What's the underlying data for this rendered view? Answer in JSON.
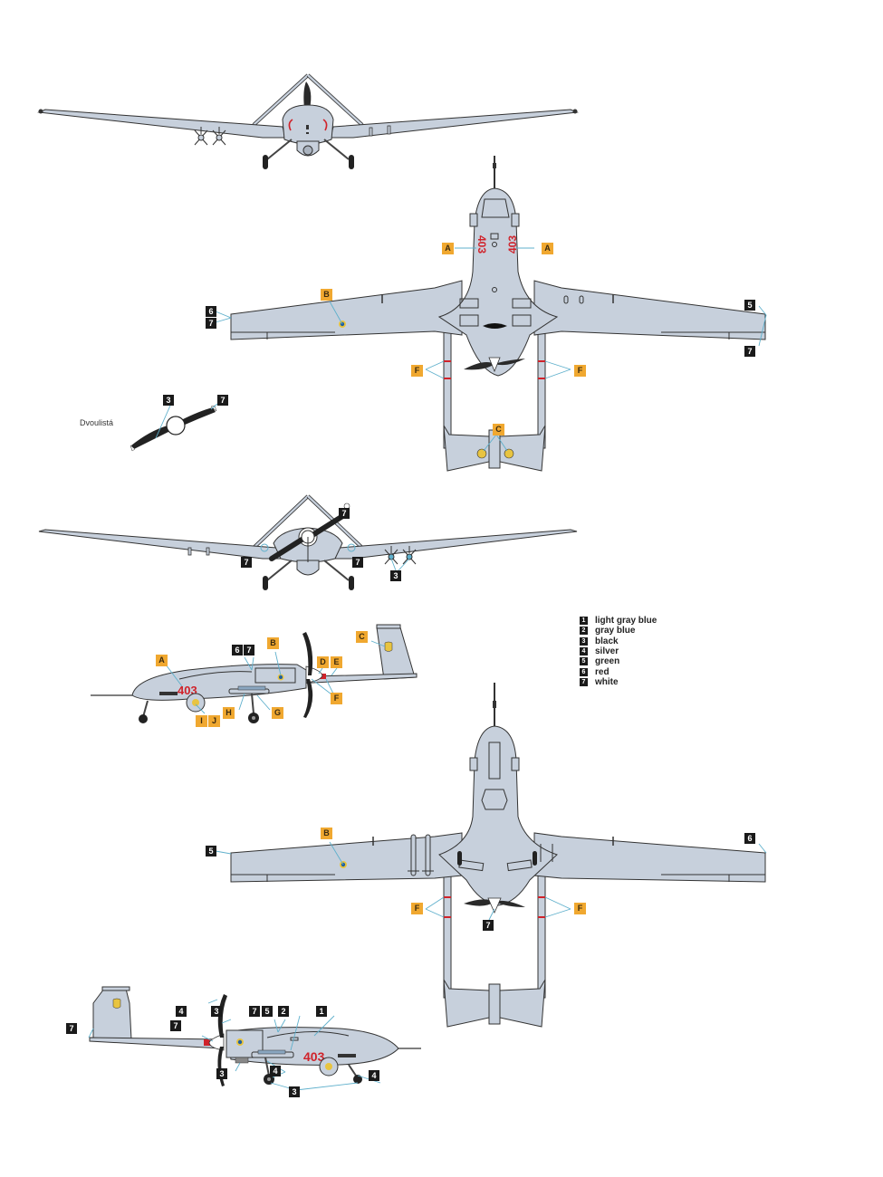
{
  "legend": {
    "items": [
      {
        "key": "1",
        "label": "light gray blue"
      },
      {
        "key": "2",
        "label": "gray blue"
      },
      {
        "key": "3",
        "label": "black"
      },
      {
        "key": "4",
        "label": "silver"
      },
      {
        "key": "5",
        "label": "green"
      },
      {
        "key": "6",
        "label": "red"
      },
      {
        "key": "7",
        "label": "white"
      }
    ]
  },
  "propeller_inset": {
    "caption": "Dvoulistá",
    "callouts": [
      "3",
      "7"
    ]
  },
  "aircraft": {
    "tail_number": "403",
    "colors": {
      "fuselage": "#c7d0dc",
      "outline": "#333333",
      "marking_red": "#d0222a",
      "callout_letter_bg": "#f0a830",
      "callout_number_bg": "#1a1a1a",
      "leader_line": "#5fb0cc"
    }
  },
  "views": {
    "front_top": {
      "name": "front view (upper)"
    },
    "plan_top": {
      "name": "top view",
      "callouts": {
        "A_left": "A",
        "A_right": "A",
        "B": "B",
        "n6": "6",
        "n7_left": "7",
        "n5": "5",
        "n7_right": "7",
        "F_left": "F",
        "F_right": "F",
        "C": "C"
      }
    },
    "front_bottom": {
      "name": "front view (lower)",
      "callouts": {
        "n7_top": "7",
        "n7_left": "7",
        "n7_right": "7",
        "n3": "3"
      }
    },
    "side_left": {
      "name": "left side view",
      "callouts": {
        "A": "A",
        "n6": "6",
        "n7": "7",
        "B": "B",
        "D": "D",
        "E": "E",
        "C_tail": "C",
        "F": "F",
        "G": "G",
        "H": "H",
        "I": "I",
        "J": "J"
      }
    },
    "plan_bottom": {
      "name": "bottom view",
      "callouts": {
        "B": "B",
        "n5": "5",
        "n6": "6",
        "F_left": "F",
        "F_right": "F",
        "n7": "7"
      }
    },
    "side_right": {
      "name": "right side view",
      "callouts": {
        "n4_top": "4",
        "n3_top": "3",
        "n7_spinner": "7",
        "n7_tail": "7",
        "n7_mid": "7",
        "n5": "5",
        "n2": "2",
        "n1": "1",
        "n3_low": "3",
        "n4_mid": "4",
        "n4_right": "4",
        "n3_bottom": "3"
      }
    }
  }
}
